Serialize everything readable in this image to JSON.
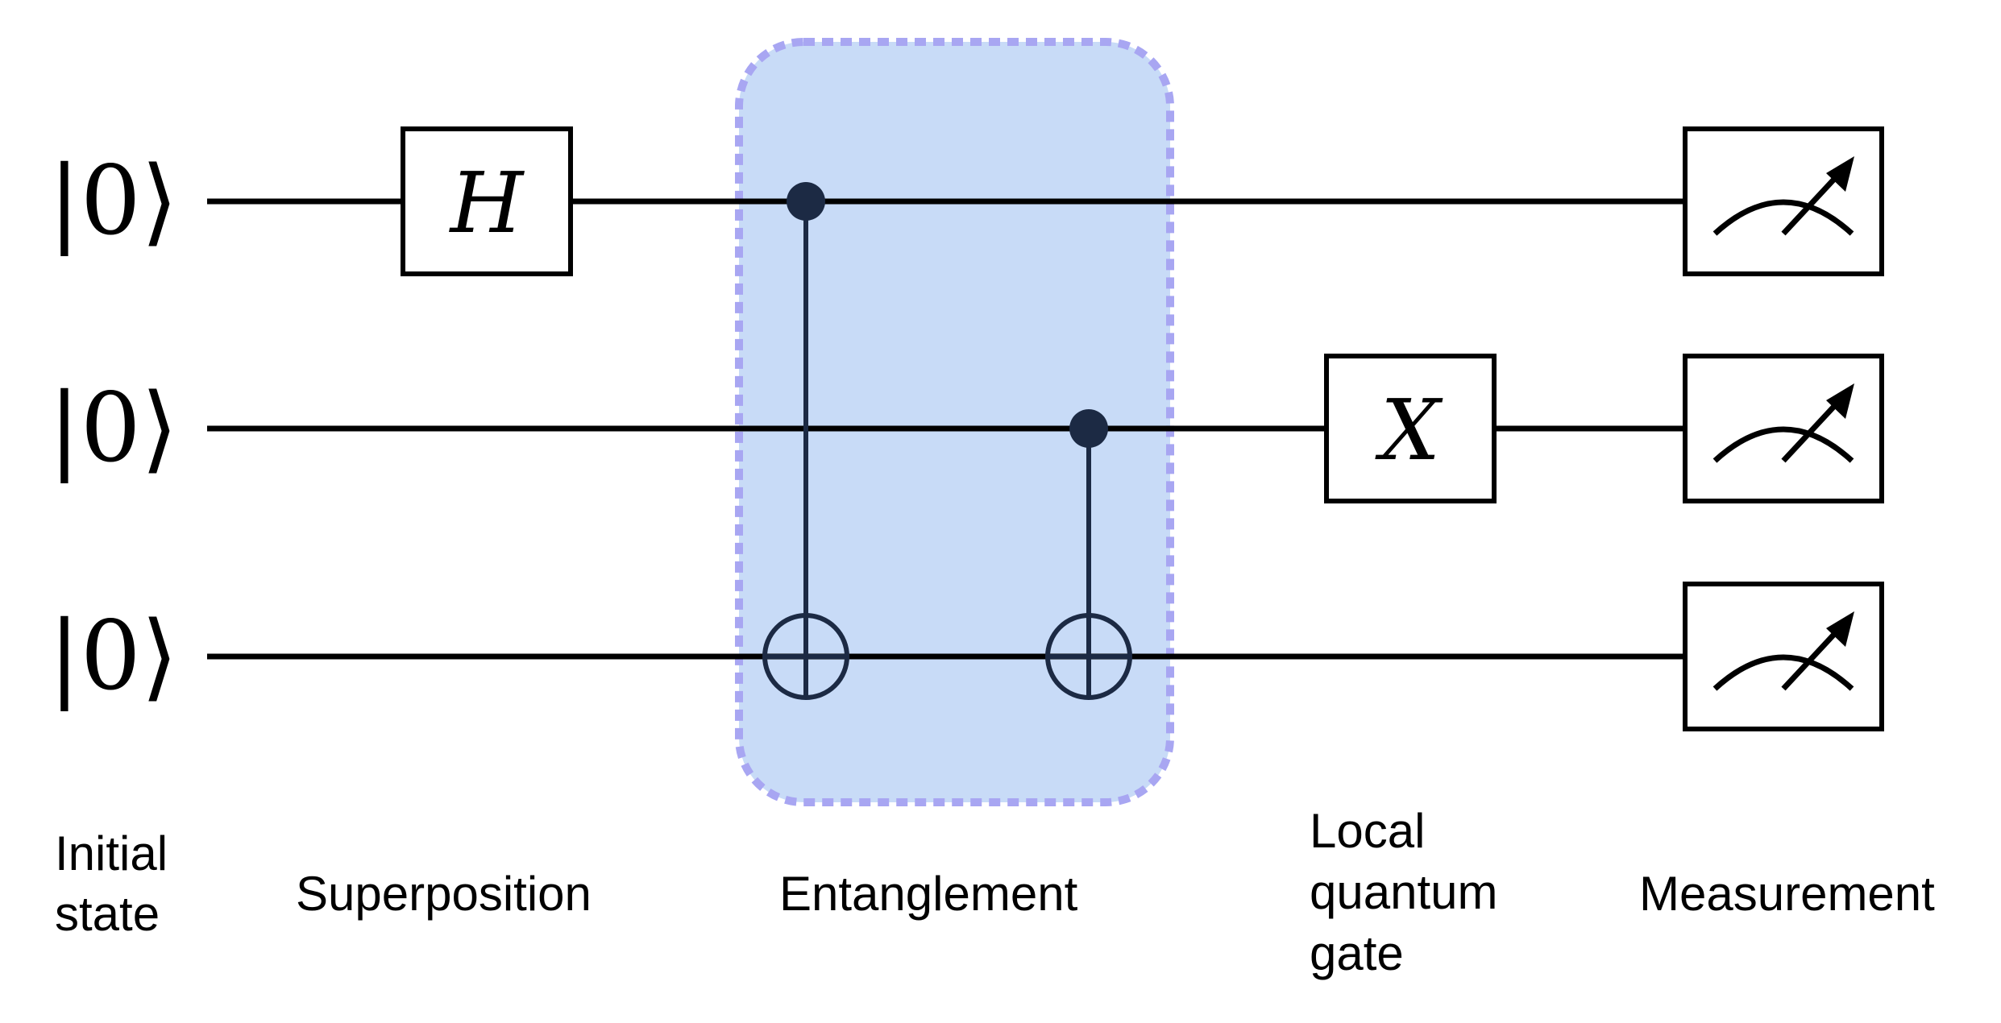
{
  "qubits": [
    {
      "initial_state": "|0⟩"
    },
    {
      "initial_state": "|0⟩"
    },
    {
      "initial_state": "|0⟩"
    }
  ],
  "gates": {
    "hadamard": "H",
    "pauli_x": "X"
  },
  "stages": {
    "initial_state": [
      "Initial",
      "state"
    ],
    "superposition": [
      "Superposition"
    ],
    "entanglement": [
      "Entanglement"
    ],
    "local_gate": [
      "Local",
      "quantum",
      "gate"
    ],
    "measurement": [
      "Measurement"
    ]
  },
  "colors": {
    "wire": "#000000",
    "control": "#1c2a44",
    "entanglement_fill": "#c8dbf7",
    "entanglement_border": "#a8a6f2"
  }
}
